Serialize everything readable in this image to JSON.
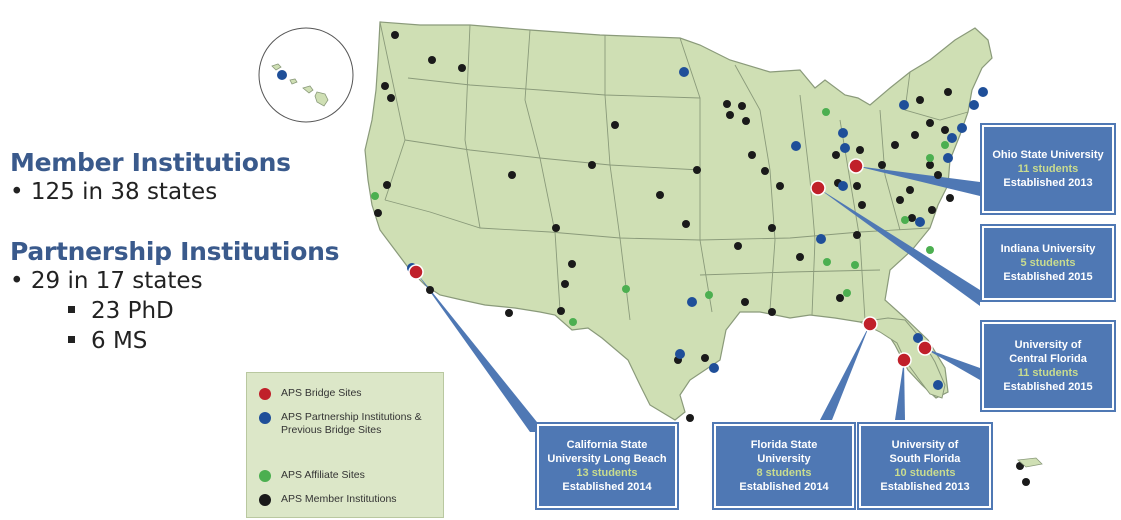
{
  "stats": {
    "member_heading": "Member Institutions",
    "member_line": "• 125 in 38 states",
    "partnership_heading": "Partnership Institutions",
    "partnership_line": "• 29 in 17 states",
    "phd": "23 PhD",
    "ms": "6 MS"
  },
  "legend": {
    "items": [
      {
        "label": "APS Bridge Sites",
        "color": "#c0202a"
      },
      {
        "label": "APS Partnership Institutions & Previous Bridge Sites",
        "color": "#1f4f99"
      },
      {
        "label": "APS Affiliate Sites",
        "color": "#4caf50"
      },
      {
        "label": "APS Member Institutions",
        "color": "#1a1a1a"
      }
    ]
  },
  "callouts": {
    "osu": {
      "name": "Ohio State University",
      "students": "11 students",
      "established": "Established 2013"
    },
    "iu": {
      "name": "Indiana University",
      "students": "5 students",
      "established": "Established 2015"
    },
    "ucf": {
      "name": "University of Central Florida",
      "students": "11 students",
      "established": "Established 2015"
    },
    "usf": {
      "name": "University of South Florida",
      "students": "10 students",
      "established": "Established 2013"
    },
    "fsu": {
      "name": "Florida State University",
      "students": "8 students",
      "established": "Established 2014"
    },
    "csulb": {
      "name": "California State University Long Beach",
      "students": "13 students",
      "established": "Established 2014"
    }
  },
  "colors": {
    "land": "#cfdfb4",
    "border": "#8a9a7a",
    "callout": "#4f78b4",
    "bridge": "#c0202a",
    "partnership": "#1f4f99",
    "affiliate": "#4caf50",
    "member": "#1a1a1a"
  }
}
